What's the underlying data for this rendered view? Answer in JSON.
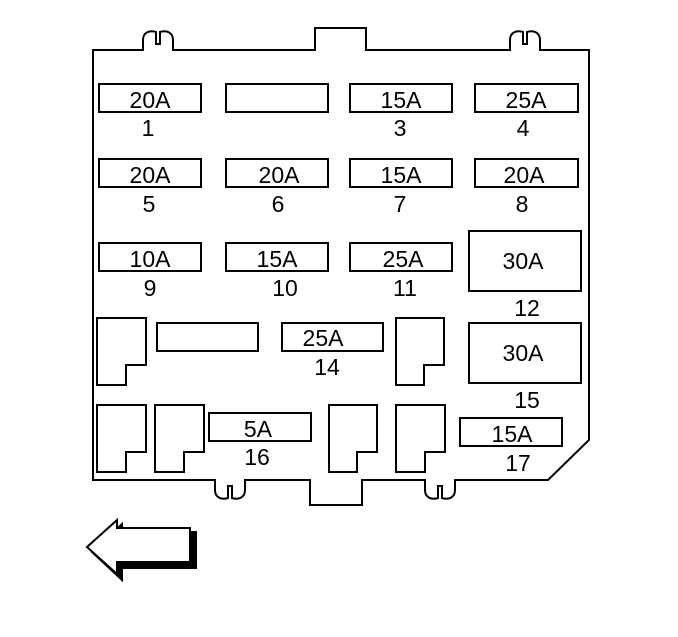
{
  "colors": {
    "line": "#000000",
    "background": "#ffffff"
  },
  "fuses": [
    {
      "number": "1",
      "rating": "20A"
    },
    {
      "number": "",
      "rating": ""
    },
    {
      "number": "3",
      "rating": "15A"
    },
    {
      "number": "4",
      "rating": "25A"
    },
    {
      "number": "5",
      "rating": "20A"
    },
    {
      "number": "6",
      "rating": "20A"
    },
    {
      "number": "7",
      "rating": "15A"
    },
    {
      "number": "8",
      "rating": "20A"
    },
    {
      "number": "9",
      "rating": "10A"
    },
    {
      "number": "10",
      "rating": "15A"
    },
    {
      "number": "11",
      "rating": "25A"
    },
    {
      "number": "12",
      "rating": "30A"
    },
    {
      "number": "",
      "rating": ""
    },
    {
      "number": "14",
      "rating": "25A"
    },
    {
      "number": "15",
      "rating": "30A"
    },
    {
      "number": "16",
      "rating": "5A"
    },
    {
      "number": "17",
      "rating": "15A"
    }
  ],
  "relays": [
    {
      "name": "relay-1"
    },
    {
      "name": "relay-2"
    },
    {
      "name": "relay-3"
    },
    {
      "name": "relay-4"
    },
    {
      "name": "relay-5"
    },
    {
      "name": "relay-6"
    }
  ],
  "arrow": {
    "icon": "left-arrow-icon",
    "direction": "left"
  }
}
